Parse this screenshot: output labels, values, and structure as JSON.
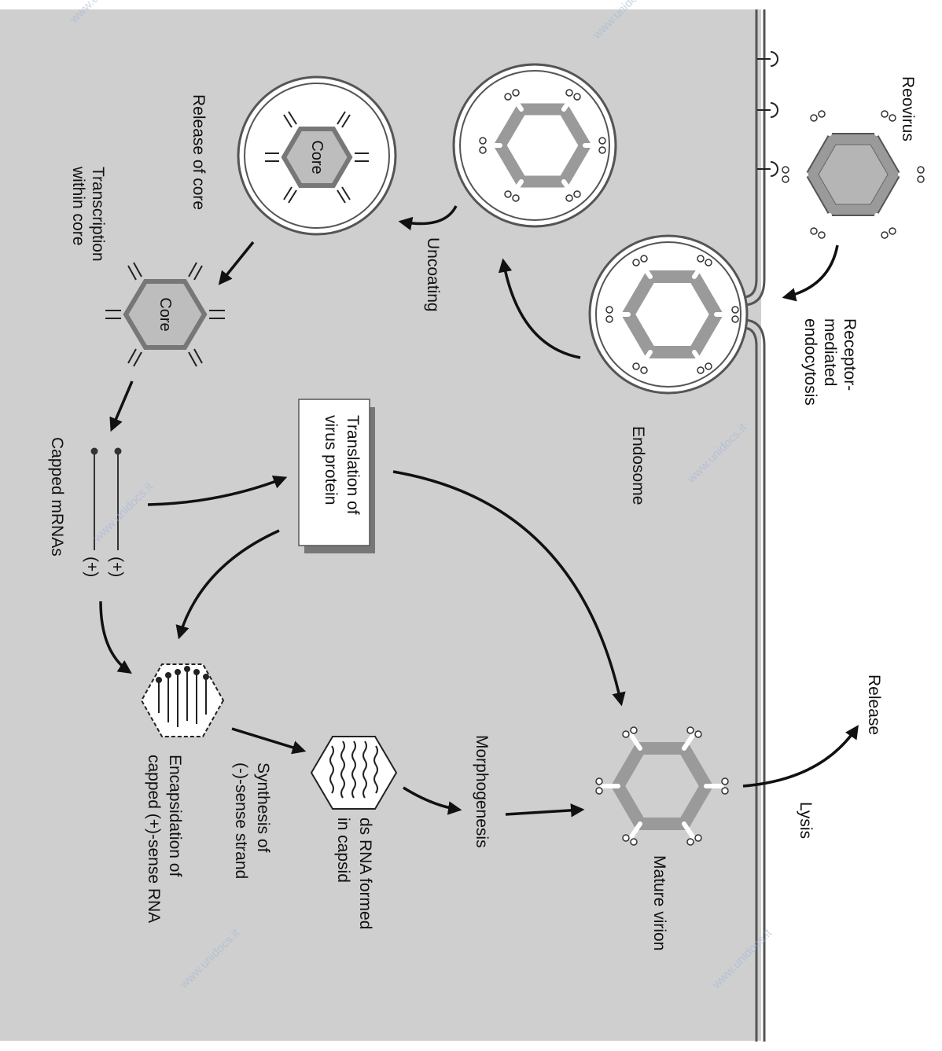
{
  "labels": {
    "reovirus": "Reovirus",
    "receptor_endocytosis": [
      "Receptor-",
      "mediated",
      "endocytosis"
    ],
    "endosome": "Endosome",
    "uncoating": "Uncoating",
    "release_of_core": "Release of core",
    "core_in_vesicle": "Core",
    "core_free": "Core",
    "transcription": [
      "Transcription",
      "within core"
    ],
    "capped_mrnas": "Capped mRNAs",
    "plus_sign_1": "(+)",
    "plus_sign_2": "(+)",
    "translation": [
      "Translation of",
      "virus protein"
    ],
    "encapsidation": [
      "Encapsidation of",
      "capped (+)-sense RNA"
    ],
    "synthesis": [
      "Synthesis of",
      "(-)-sense strand"
    ],
    "ds_rna": [
      "ds RNA formed",
      "in capsid"
    ],
    "morphogenesis": "Morphogenesis",
    "mature_virion": "Mature virion",
    "lysis": "Lysis",
    "release": "Release"
  },
  "watermark": "www.unidocs.it",
  "colors": {
    "cytoplasm": "#cfcfcf",
    "exterior": "#ffffff",
    "capsid": "#9a9a9a",
    "arrow": "#111111",
    "watermark": "#9fb6d8"
  }
}
